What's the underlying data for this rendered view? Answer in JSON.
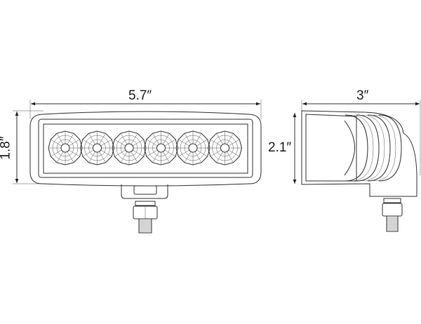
{
  "front_view": {
    "width_label": "5.7″",
    "height_label": "1.8″",
    "led_count": 6
  },
  "side_view": {
    "depth_label": "3″",
    "height_label": "2.1″"
  }
}
